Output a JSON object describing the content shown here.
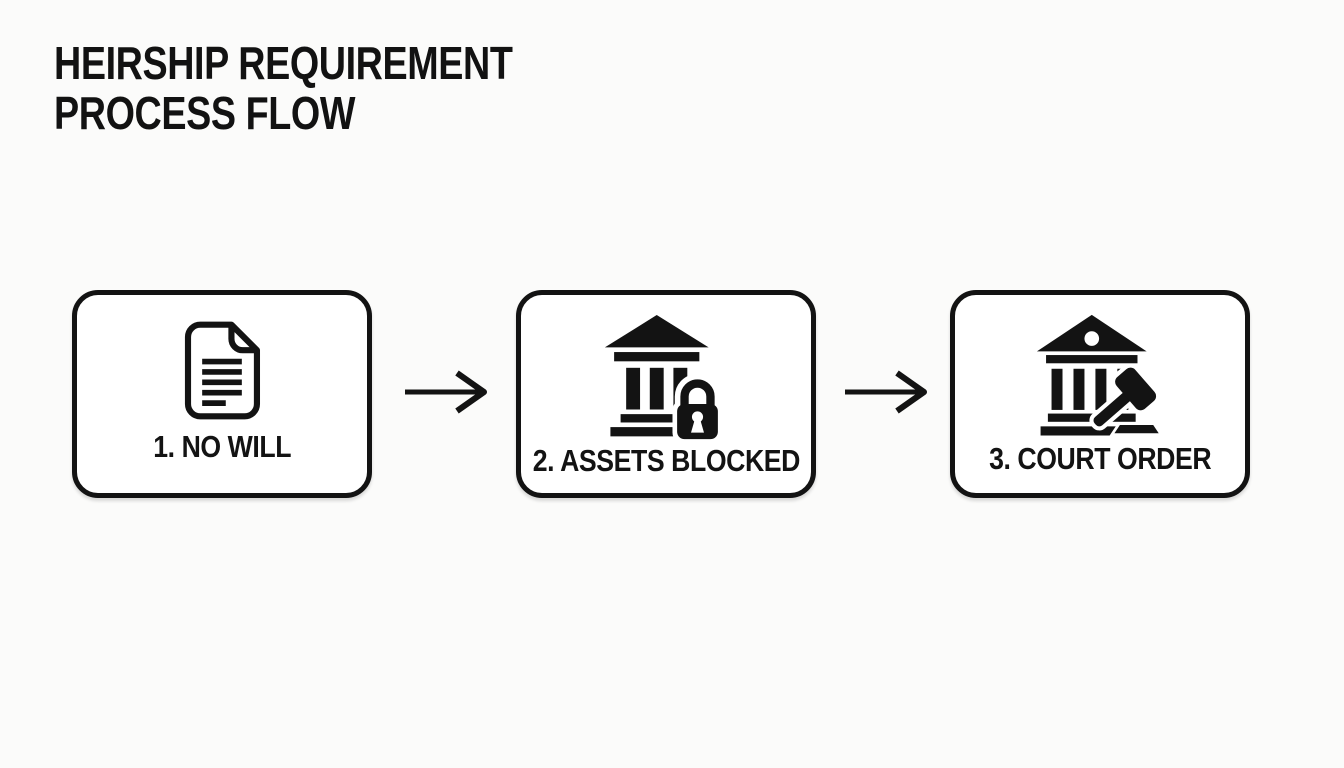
{
  "title": {
    "line1": "HEIRSHIP REQUIREMENT",
    "line2": "PROCESS FLOW"
  },
  "flow": {
    "steps": [
      {
        "label": "1. NO WILL",
        "icon": "document-icon"
      },
      {
        "label": "2. ASSETS BLOCKED",
        "icon": "bank-lock-icon"
      },
      {
        "label": "3. COURT ORDER",
        "icon": "courthouse-gavel-icon"
      }
    ],
    "connector_icon": "arrow-right-icon"
  },
  "colors": {
    "ink": "#131313",
    "page_background": "#fbfbfa",
    "box_background": "#ffffff",
    "box_border": "#131313"
  }
}
